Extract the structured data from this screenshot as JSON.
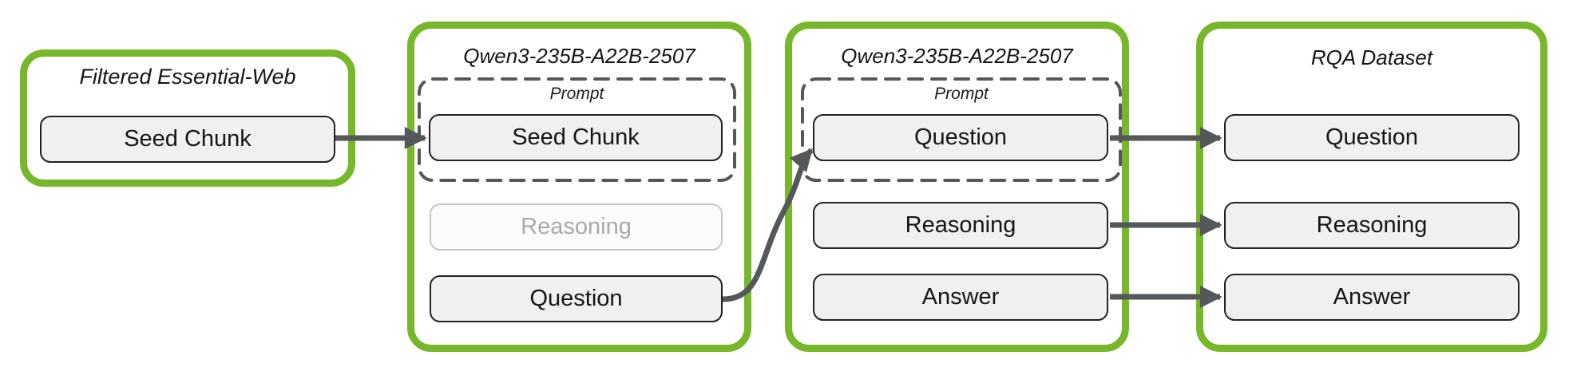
{
  "colors": {
    "green": "#76b82a",
    "arrow": "#55585b",
    "box-fill": "#f0f0f0",
    "box-border": "#222222",
    "muted-fill": "#fcfcfc",
    "muted-border": "#c7c7c7",
    "muted-text": "#a9a9a9",
    "text": "#161616"
  },
  "groups": [
    {
      "title": "Filtered Essential-Web",
      "items": [
        {
          "label": "Seed Chunk"
        }
      ]
    },
    {
      "title": "Qwen3-235B-A22B-2507",
      "prompt_label": "Prompt",
      "items": [
        {
          "label": "Seed Chunk"
        },
        {
          "label": "Reasoning"
        },
        {
          "label": "Question"
        }
      ]
    },
    {
      "title": "Qwen3-235B-A22B-2507",
      "prompt_label": "Prompt",
      "items": [
        {
          "label": "Question"
        },
        {
          "label": "Reasoning"
        },
        {
          "label": "Answer"
        }
      ]
    },
    {
      "title": "RQA Dataset",
      "items": [
        {
          "label": "Question"
        },
        {
          "label": "Reasoning"
        },
        {
          "label": "Answer"
        }
      ]
    }
  ],
  "arrows": [
    {
      "from": "source-seed-chunk",
      "to": "question-generator-prompt-seed-chunk"
    },
    {
      "from": "question-generator-question",
      "to": "solver-prompt-question"
    },
    {
      "from": "solver-question",
      "to": "dataset-question"
    },
    {
      "from": "solver-reasoning",
      "to": "dataset-reasoning"
    },
    {
      "from": "solver-answer",
      "to": "dataset-answer"
    }
  ]
}
